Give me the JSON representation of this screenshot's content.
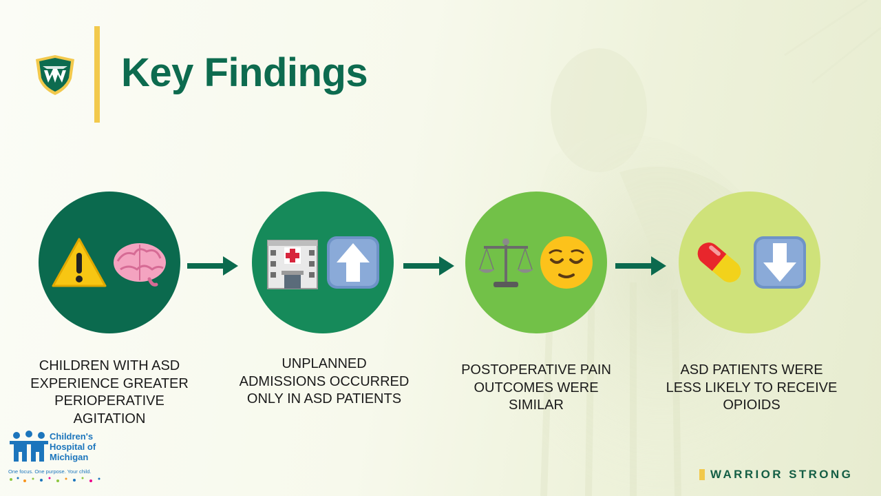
{
  "slide": {
    "title": "Key Findings"
  },
  "findings": [
    {
      "caption": "CHILDREN WITH ASD EXPERIENCE GREATER PERIOPERATIVE AGITATION",
      "icons": [
        "warning-icon",
        "brain-icon"
      ],
      "color": "#0b6a4e"
    },
    {
      "caption": "UNPLANNED ADMISSIONS OCCURRED ONLY IN ASD PATIENTS",
      "icons": [
        "hospital-icon",
        "up-arrow-icon"
      ],
      "color": "#168a5a"
    },
    {
      "caption": "POSTOPERATIVE PAIN OUTCOMES WERE SIMILAR",
      "icons": [
        "balance-scale-icon",
        "relieved-face-icon"
      ],
      "color": "#72c148"
    },
    {
      "caption": "ASD PATIENTS WERE LESS LIKELY TO RECEIVE OPIOIDS",
      "icons": [
        "pill-icon",
        "down-arrow-icon"
      ],
      "color": "#cfe27a"
    }
  ],
  "footer": {
    "chm_name": "Children's Hospital of Michigan",
    "chm_tagline": "One focus. One purpose. Your child.",
    "warrior_strong": "WARRIOR STRONG"
  },
  "colors": {
    "brand_green": "#0d6b4f",
    "accent_gold": "#f2c94c",
    "arrow": "#0b6a4e"
  }
}
